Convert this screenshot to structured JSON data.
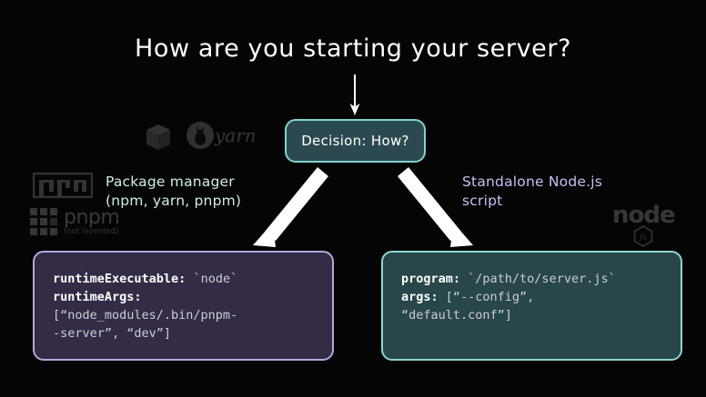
{
  "slide": {
    "background_color": "#050505",
    "title": "How are you starting your server?"
  },
  "decision": {
    "label": "Decision: How?",
    "fill_color": "#2b4a4f",
    "border_color": "#7fd4cf"
  },
  "branches": {
    "left": {
      "label": "Package manager\n(npm, yarn, pnpm)",
      "text_color": "#cfeee1"
    },
    "right": {
      "label": "Standalone Node.js\nscript",
      "text_color": "#c9bff0"
    }
  },
  "cards": {
    "left": {
      "fill_color": "#342b47",
      "border_color": "#b6a7dc",
      "lines": [
        {
          "key": "runtimeExecutable:",
          "value": " `node`"
        },
        {
          "key": "runtimeArgs:",
          "value": ""
        },
        {
          "key": "",
          "value": "[“node_modules/.bin/pnpm-"
        },
        {
          "key": "",
          "value": "-server”, “dev”]"
        }
      ]
    },
    "right": {
      "fill_color": "#27474a",
      "border_color": "#8fd6cd",
      "lines": [
        {
          "key": "program:",
          "value": " `/path/to/server.js`"
        },
        {
          "key": "args:",
          "value": " [“--config”,"
        },
        {
          "key": "",
          "value": "“default.conf”]"
        }
      ]
    }
  },
  "logos": {
    "package_box": {
      "name": "package-box-icon"
    },
    "yarn": {
      "wordmark": "yarn"
    },
    "npm": {
      "wordmark": "npm"
    },
    "pnpm": {
      "wordmark": "pnpm",
      "subtitle": "(not invented)"
    },
    "node": {
      "wordmark": "node",
      "badge": "JS"
    }
  },
  "arrows": {
    "stem": {
      "name": "arrow-title-to-decision",
      "color": "#ffffff"
    },
    "left": {
      "name": "arrow-decision-to-left-card",
      "color": "#ffffff"
    },
    "right": {
      "name": "arrow-decision-to-right-card",
      "color": "#ffffff"
    }
  }
}
